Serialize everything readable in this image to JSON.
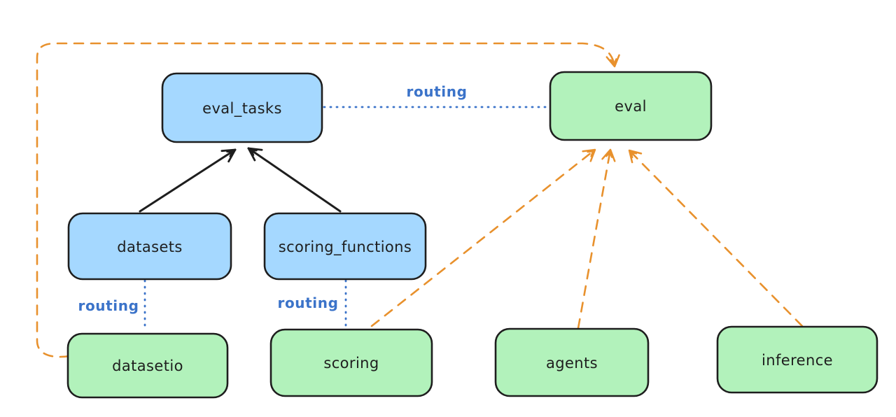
{
  "diagram": {
    "colors": {
      "background": "#ffffff",
      "blue_fill": "#a5d8ff",
      "green_fill": "#b2f2bb",
      "stroke": "#1e1e1e",
      "routing_blue": "#3b73c9",
      "orange": "#e8912d"
    },
    "nodes": [
      {
        "id": "eval_tasks",
        "label": "eval_tasks",
        "color": "blue"
      },
      {
        "id": "eval",
        "label": "eval",
        "color": "green"
      },
      {
        "id": "datasets",
        "label": "datasets",
        "color": "blue"
      },
      {
        "id": "scoring_functions",
        "label": "scoring_functions",
        "color": "blue"
      },
      {
        "id": "datasetio",
        "label": "datasetio",
        "color": "green"
      },
      {
        "id": "scoring",
        "label": "scoring",
        "color": "green"
      },
      {
        "id": "agents",
        "label": "agents",
        "color": "green"
      },
      {
        "id": "inference",
        "label": "inference",
        "color": "green"
      }
    ],
    "edge_labels": [
      {
        "id": "routing-eval-tasks-to-eval",
        "label": "routing"
      },
      {
        "id": "routing-datasets-to-datasetio",
        "label": "routing"
      },
      {
        "id": "routing-scoring-functions-to-scoring",
        "label": "routing"
      }
    ]
  }
}
